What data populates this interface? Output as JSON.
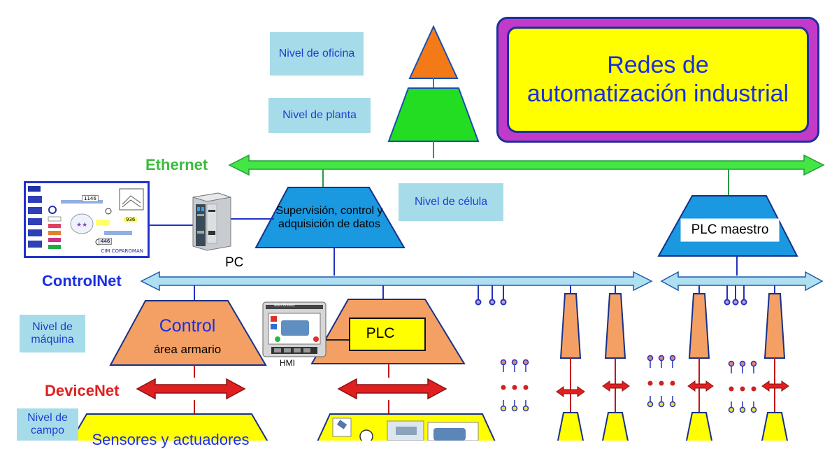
{
  "title": {
    "line1": "Redes de",
    "line2": "automatización industrial"
  },
  "levels": {
    "oficina": "Nivel de oficina",
    "planta": "Nivel de planta",
    "celula": "Nivel de célula",
    "maquina": "Nivel de máquina",
    "campo": "Nivel de campo"
  },
  "networks": {
    "ethernet": "Ethernet",
    "controlnet": "ControlNet",
    "devicenet": "DeviceNet"
  },
  "nodes": {
    "supervision": "Supervisión, control y adquisición de datos",
    "plc_maestro": "PLC maestro",
    "pc": "PC",
    "control": "Control",
    "control_sub": "área armario",
    "plc": "PLC",
    "hmi": "HMI",
    "hmi_brand": "Allen-Bradley",
    "sensores": "Sensores y actuadores",
    "screen_caption": "CIM COPAROMAN",
    "screen_values": [
      "1146",
      "936",
      "446"
    ]
  },
  "colors": {
    "ethernet": "#44e644",
    "controlnet": "#aee0f2",
    "devicenet": "#e02020",
    "office": "#f47a18",
    "plant": "#22dd22",
    "cell": "#1a98e0",
    "machine": "#f4a064",
    "field": "#ffff00",
    "title_frame": "#c23ac8"
  },
  "icons": [
    "monitor-screen-icon",
    "pc-icon",
    "hmi-panel-icon",
    "node-icon",
    "sensor-icon",
    "motor-icon"
  ]
}
